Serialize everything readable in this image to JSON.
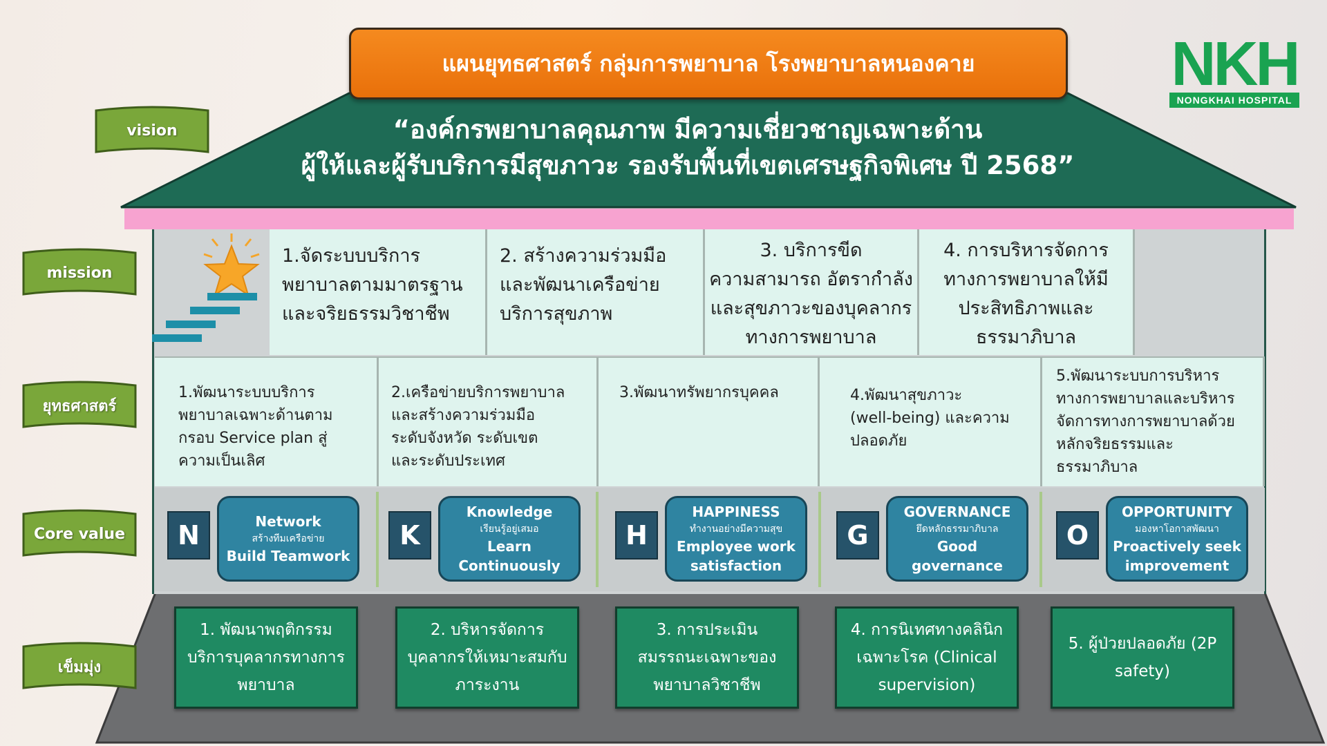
{
  "title": "แผนยุทธศาสตร์ กลุ่มการพยาบาล โรงพยาบาลหนองคาย",
  "logo": {
    "word": "NKH",
    "subtitle": "NONGKHAI HOSPITAL"
  },
  "side_labels": {
    "vision": "vision",
    "mission": "mission",
    "strategy": "ยุทธศาสตร์",
    "core_value": "Core value",
    "focus": "เข็มมุ่ง"
  },
  "vision": {
    "line1": "“องค์กรพยาบาลคุณภาพ มีความเชี่ยวชาญเฉพาะด้าน",
    "line2": "ผู้ให้และผู้รับบริการมีสุขภาวะ รองรับพื้นที่เขตเศรษฐกิจพิเศษ ปี 2568”"
  },
  "missions": [
    "1.จัดระบบบริการ\nพยาบาลตามมาตรฐาน\nและจริยธรรมวิชาชีพ",
    "2. สร้างความร่วมมือ\nและพัฒนาเครือข่าย\nบริการสุขภาพ",
    "3. บริการขีด\nความสามารถ อัตรากำลัง\nและสุขภาวะของบุคลากร\nทางการพยาบาล",
    "4. การบริหารจัดการ\nทางการพยาบาลให้มี\nประสิทธิภาพและ\nธรรมาภิบาล"
  ],
  "strategies": [
    "1.พัฒนาระบบบริการ\nพยาบาลเฉพาะด้านตาม\nกรอบ Service plan สู่\nความเป็นเลิศ",
    "2.เครือข่ายบริการพยาบาล\nและสร้างความร่วมมือ\nระดับจังหวัด ระดับเขต\nและระดับประเทศ",
    "3.พัฒนาทรัพยากรบุคคล",
    "4.พัฒนาสุขภาวะ\n(well-being) และความ\nปลอดภัย",
    "5.พัฒนาระบบการบริหาร\nทางการพยาบาลและบริหาร\nจัดการทางการพยาบาลด้วย\nหลักจริยธรรมและ\nธรรมาภิบาล"
  ],
  "core_values": [
    {
      "letter": "N",
      "title": "Network",
      "thai": "สร้างทีมเครือข่าย",
      "english": "Build Teamwork"
    },
    {
      "letter": "K",
      "title": "Knowledge",
      "thai": "เรียนรู้อยู่เสมอ",
      "english": "Learn\nContinuously"
    },
    {
      "letter": "H",
      "title": "HAPPINESS",
      "thai": "ทำงานอย่างมีความสุข",
      "english": "Employee work\nsatisfaction"
    },
    {
      "letter": "G",
      "title": "GOVERNANCE",
      "thai": "ยึดหลักธรรมาภิบาล",
      "english": "Good\ngovernance"
    },
    {
      "letter": "O",
      "title": "OPPORTUNITY",
      "thai": "มองหาโอกาสพัฒนา",
      "english": "Proactively seek\nimprovement"
    }
  ],
  "focus_points": [
    "1. พัฒนาพฤติกรรม\nบริการบุคลากรทางการ\nพยาบาล",
    "2. บริหารจัดการ\nบุคลากรให้เหมาะสมกับ\nภาระงาน",
    "3. การประเมิน\nสมรรถนะเฉพาะของ\nพยาบาลวิชาชีพ",
    "4. การนิเทศทางคลินิก\nเฉพาะโรค (Clinical\nsupervision)",
    "5. ผู้ป่วยปลอดภัย (2P\nsafety)"
  ],
  "colors": {
    "roof": "#1e6b55",
    "title_orange": "#f0800f",
    "pink_band": "#f7a3d0",
    "cell_bg": "#dff4ee",
    "core_box": "#2f84a1",
    "core_letter": "#26536a",
    "focus_box": "#1f8a62",
    "banner_green": "#7aa73a",
    "base_gray": "#6d6e70",
    "logo_green": "#1aa351"
  }
}
